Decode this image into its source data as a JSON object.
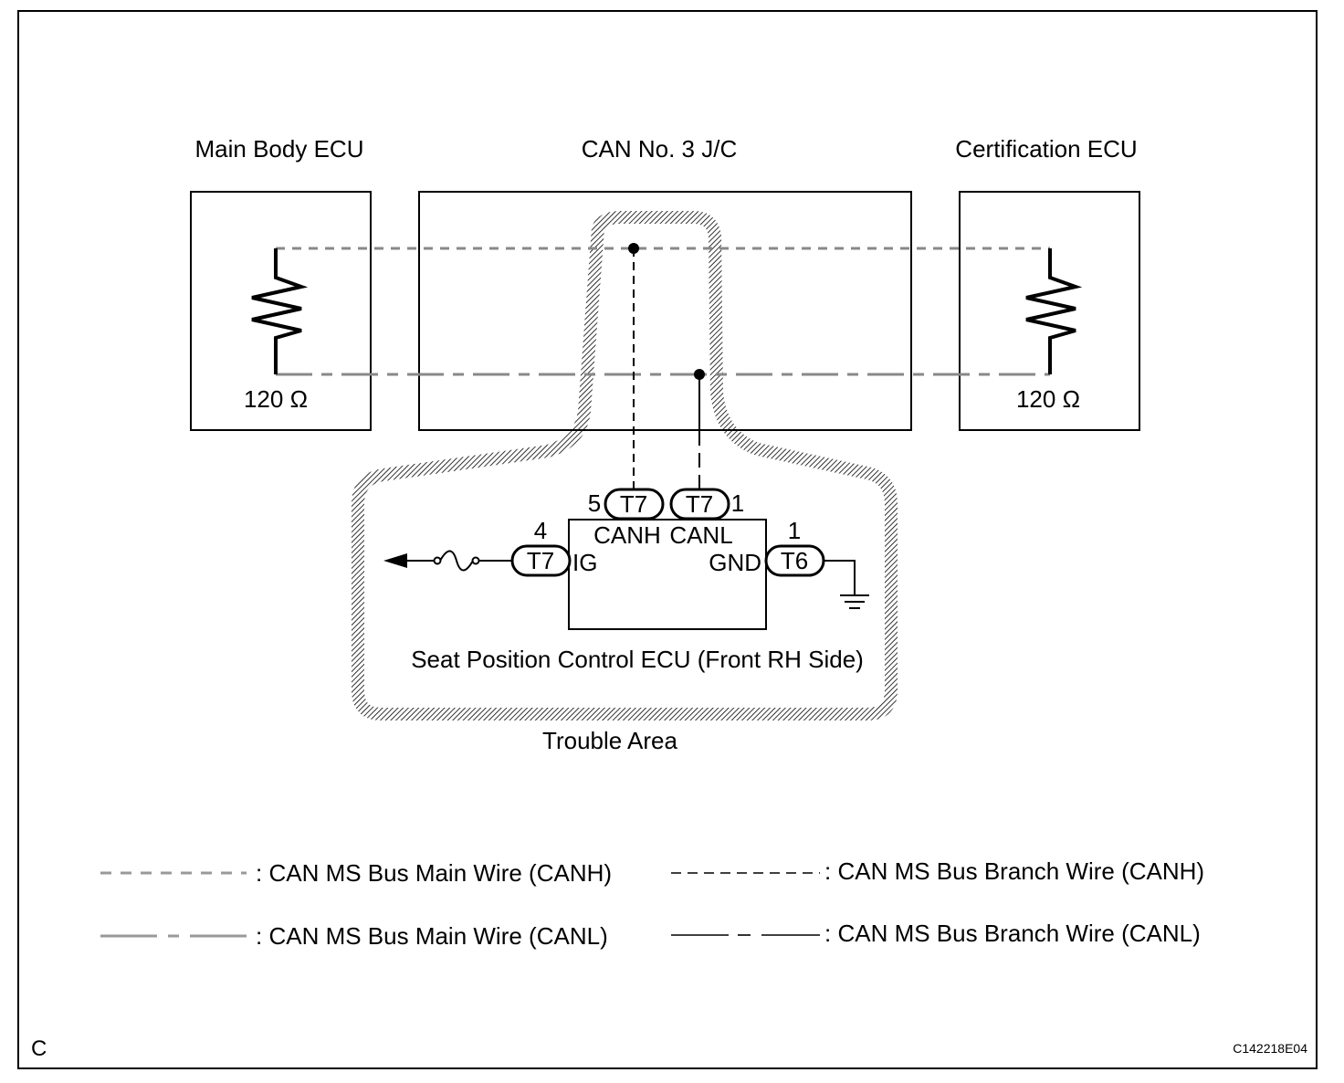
{
  "ecus": {
    "main_body": "Main Body ECU",
    "junction": "CAN No. 3 J/C",
    "certification": "Certification ECU",
    "seat": "Seat Position Control ECU (Front RH Side)"
  },
  "resistors": {
    "left_value": "120 Ω",
    "right_value": "120 Ω"
  },
  "connectors": {
    "canh": {
      "id": "T7",
      "pin": "5",
      "terminal": "CANH"
    },
    "canl": {
      "id": "T7",
      "pin": "1",
      "terminal": "CANL"
    },
    "ig": {
      "id": "T7",
      "pin": "4",
      "terminal": "IG"
    },
    "gnd": {
      "id": "T6",
      "pin": "1",
      "terminal": "GND"
    }
  },
  "trouble_area": "Trouble Area",
  "legend": {
    "main_canh": ": CAN MS Bus Main Wire (CANH)",
    "main_canl": ": CAN MS Bus Main Wire (CANL)",
    "branch_canh": ": CAN MS Bus Branch Wire (CANH)",
    "branch_canl": ": CAN MS Bus Branch Wire (CANL)"
  },
  "footer": {
    "corner_letter": "C",
    "figure_code": "C142218E04"
  }
}
